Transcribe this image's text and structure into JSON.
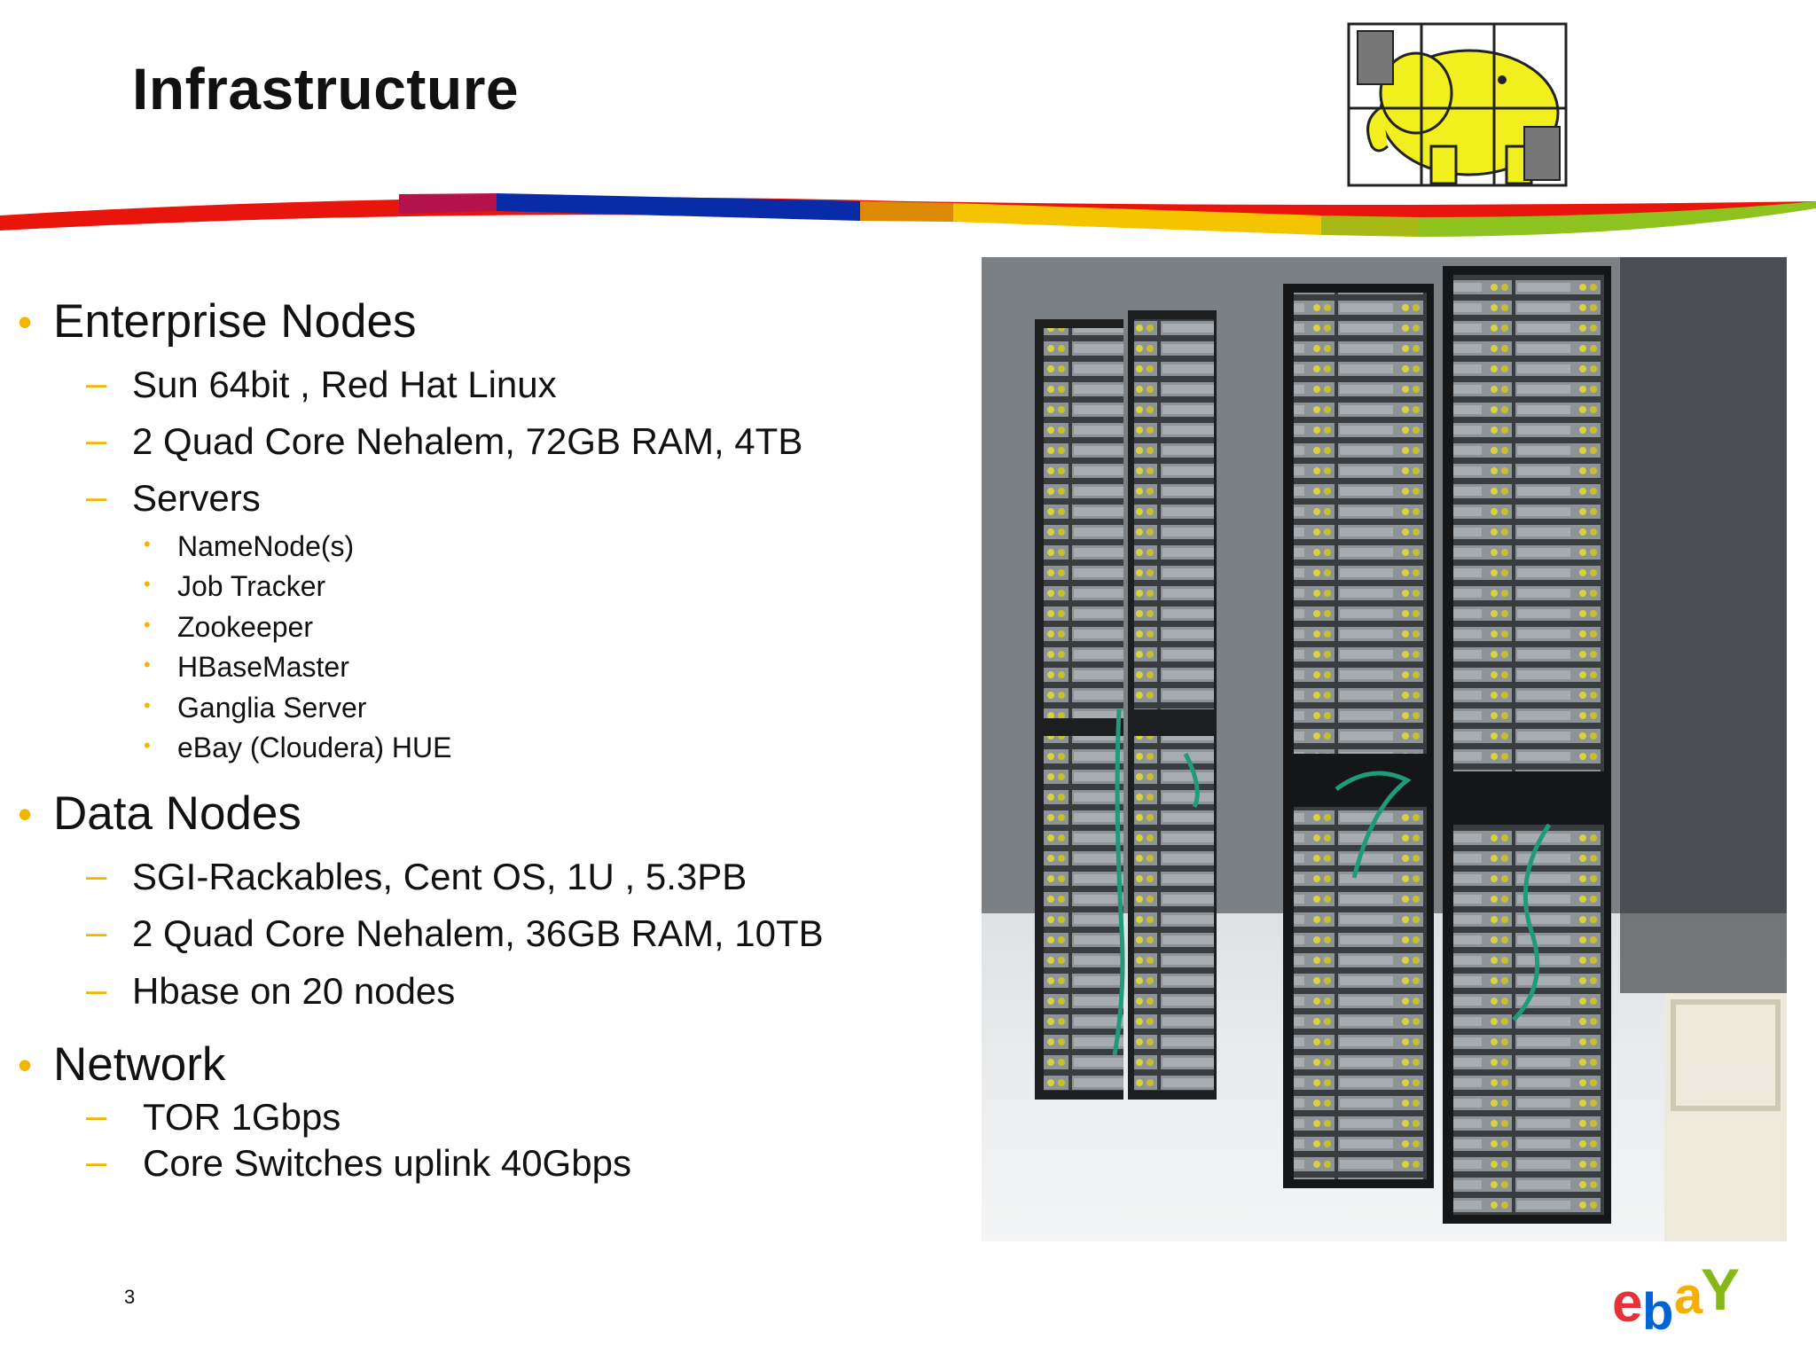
{
  "slide": {
    "title": "Infrastructure",
    "page_number": "3",
    "colors": {
      "bullet": "#f2b600",
      "text": "#111111"
    }
  },
  "sections": [
    {
      "heading": "Enterprise Nodes",
      "items": [
        {
          "text": "Sun 64bit , Red Hat Linux"
        },
        {
          "text": "2 Quad Core Nehalem, 72GB RAM, 4TB"
        },
        {
          "text": "Servers",
          "subitems": [
            "NameNode(s)",
            "Job Tracker",
            "Zookeeper",
            "HBaseMaster",
            "Ganglia Server",
            "eBay (Cloudera) HUE"
          ]
        }
      ]
    },
    {
      "heading": "Data Nodes",
      "items": [
        {
          "text": "SGI-Rackables, Cent OS, 1U , 5.3PB"
        },
        {
          "text": "2 Quad Core Nehalem, 36GB RAM, 10TB"
        },
        {
          "text": "Hbase on 20 nodes"
        }
      ]
    },
    {
      "heading": "Network",
      "items": [
        {
          "text": "TOR 1Gbps"
        },
        {
          "text": "Core Switches uplink 40Gbps"
        }
      ]
    }
  ],
  "logos": {
    "hadoop": "hadoop-elephant-logo",
    "ebay": {
      "e": "e",
      "b": "b",
      "a": "a",
      "y": "Y"
    }
  },
  "photo": {
    "subject": "server-racks-photo"
  }
}
